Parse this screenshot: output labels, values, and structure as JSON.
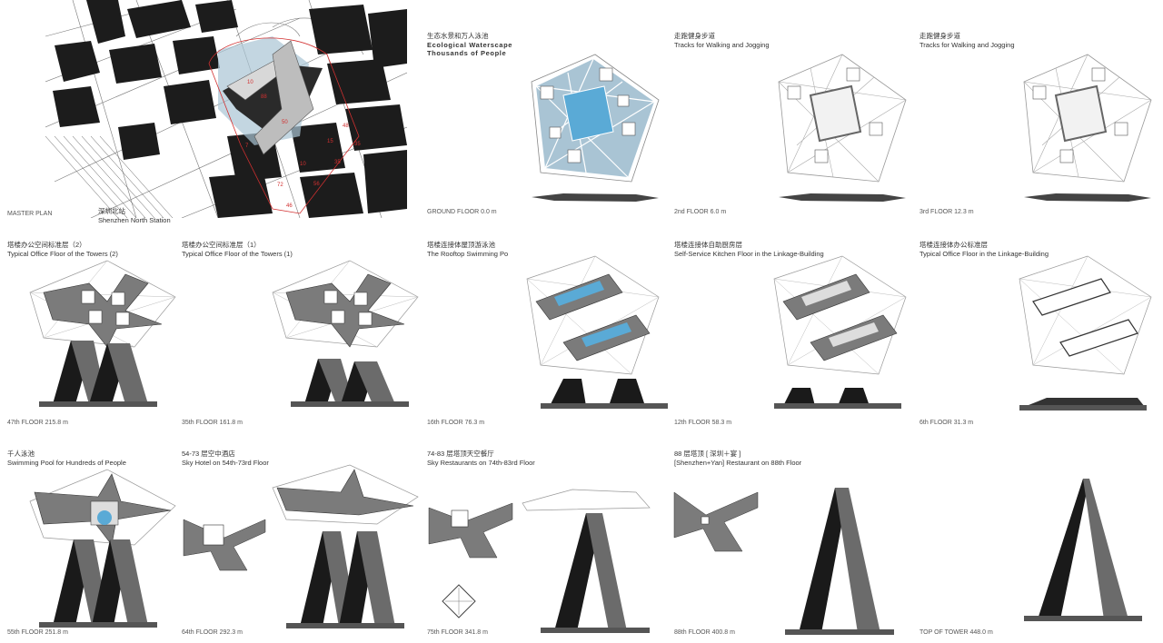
{
  "master": {
    "caption": "MASTER PLAN",
    "station_cn": "深圳北站",
    "station_en": "Shenzhen North Station",
    "plot_labels": [
      "10",
      "88",
      "50",
      "48",
      "7",
      "15",
      "35",
      "10",
      "35",
      "72",
      "56",
      "46"
    ]
  },
  "row1": [
    {
      "cn": "生态水景和万人泳池",
      "en1": "Ecological  Waterscape",
      "en2": "Thousands of People",
      "caption": "GROUND FLOOR 0.0 m"
    },
    {
      "cn": "走跑健身步道",
      "en1": "Tracks for Walking and Jogging",
      "caption": "2nd FLOOR 6.0 m"
    },
    {
      "cn": "走跑健身步道",
      "en1": "Tracks for Walking and Jogging",
      "caption": "3rd FLOOR 12.3 m"
    }
  ],
  "row2": [
    {
      "cn": "塔楼办公空间标准层（2）",
      "en1": "Typical Office Floor of the Towers (2)",
      "caption": "47th FLOOR 215.8 m"
    },
    {
      "cn": "塔楼办公空间标准层（1）",
      "en1": "Typical Office Floor of the Towers (1)",
      "caption": "35th FLOOR 161.8 m"
    },
    {
      "cn": "塔楼连接体屋顶游泳池",
      "en1": "The Rooftop Swimming Po",
      "caption": "16th FLOOR 76.3 m"
    },
    {
      "cn": "塔楼连接体自助厨房层",
      "en1": "Self-Service Kitchen Floor in the Linkage-Building",
      "caption": "12th FLOOR 58.3 m"
    },
    {
      "cn": "塔楼连接体办公标准层",
      "en1": "Typical Office Floor in the Linkage-Building",
      "caption": "6th FLOOR 31.3 m"
    }
  ],
  "row3": [
    {
      "cn": "千人泳池",
      "en1": "Swimming Pool for Hundreds of People",
      "caption": "55th FLOOR 251.8 m"
    },
    {
      "cn": "54-73 层空中酒店",
      "en1": "Sky Hotel on 54th-73rd Floor",
      "caption": "64th FLOOR 292.3 m"
    },
    {
      "cn": "74-83 层塔顶天空餐厅",
      "en1": "Sky Restaurants on 74th-83rd Floor",
      "caption": "75th FLOOR 341.8 m"
    },
    {
      "cn": "88 层塔顶 [ 深圳＋宴 ]",
      "en1": "[Shenzhen+Yan] Restaurant on 88th Floor",
      "caption": "88th FLOOR 400.8 m"
    },
    {
      "caption": "TOP OF TOWER 448.0 m"
    }
  ],
  "colors": {
    "water": "#a9c4d4",
    "pool": "#5aaad6",
    "tower": "#1a1a1a",
    "slab": "#7b7b7b",
    "line": "#9a9a9a",
    "accent": "#d23030"
  }
}
